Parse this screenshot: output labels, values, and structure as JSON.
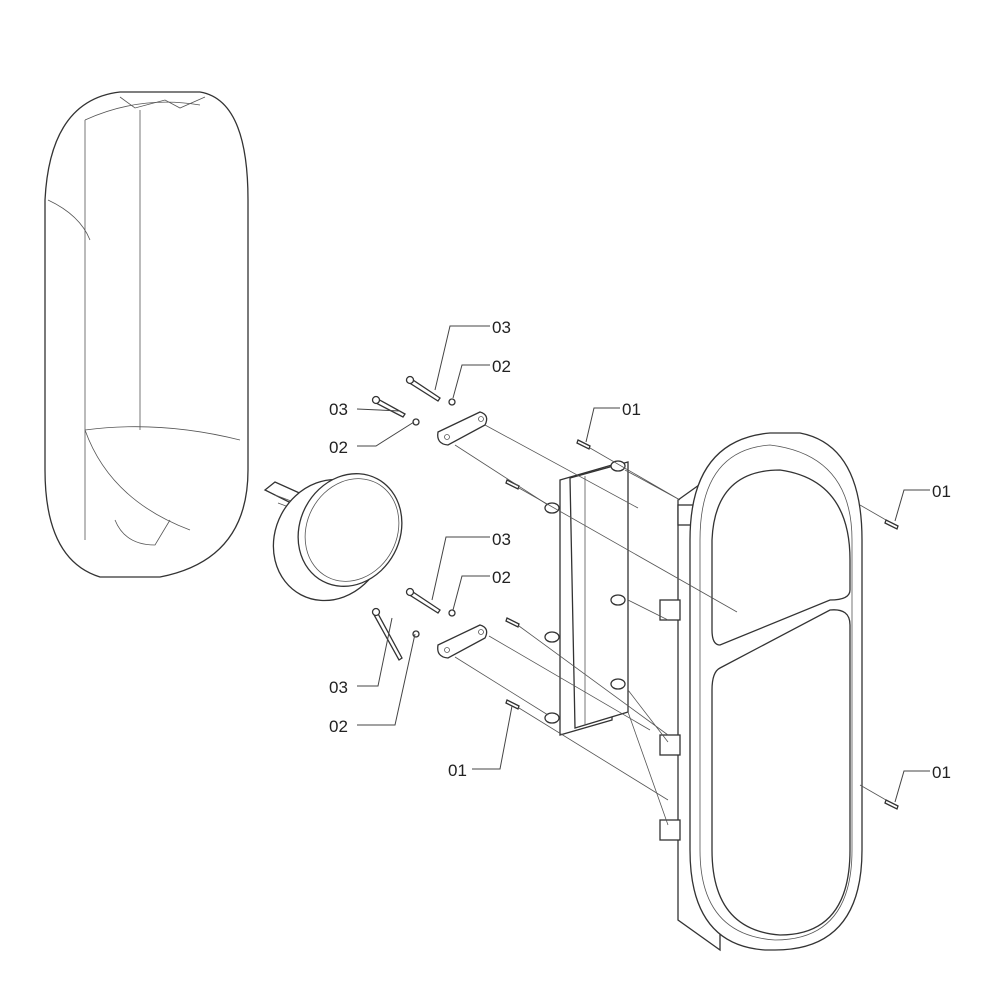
{
  "diagram": {
    "type": "exploded parts view",
    "callouts": [
      {
        "id": "upper-bolt-rear",
        "label": "03"
      },
      {
        "id": "upper-washer-rear",
        "label": "02"
      },
      {
        "id": "upper-bolt-front",
        "label": "03"
      },
      {
        "id": "upper-washer-front",
        "label": "02"
      },
      {
        "id": "screw-bracket-top",
        "label": "01"
      },
      {
        "id": "screw-panel-top",
        "label": "01"
      },
      {
        "id": "lower-bolt-rear",
        "label": "03"
      },
      {
        "id": "lower-washer-rear",
        "label": "02"
      },
      {
        "id": "lower-bolt-front",
        "label": "03"
      },
      {
        "id": "lower-washer-front",
        "label": "02"
      },
      {
        "id": "screw-bracket-bottom",
        "label": "01"
      },
      {
        "id": "screw-panel-bottom",
        "label": "01"
      }
    ]
  }
}
